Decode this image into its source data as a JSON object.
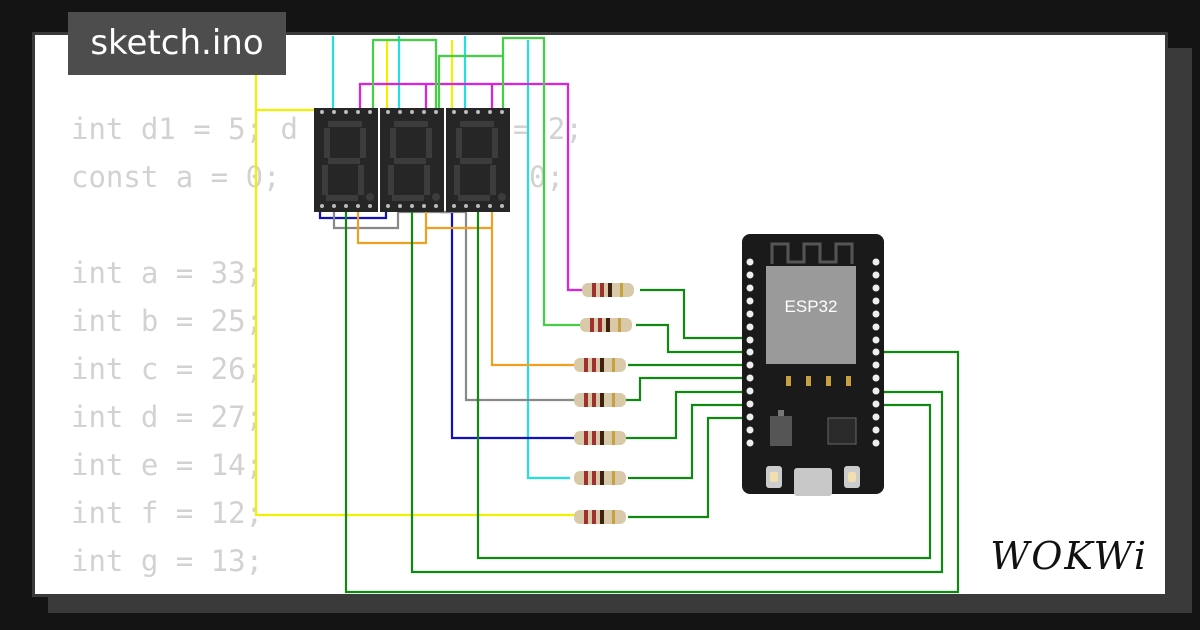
{
  "file_tab": {
    "label": "sketch.ino"
  },
  "code_lines": [
    "int d1 = 5; d",
    "const a = 0;",
    "",
    "int a = 33;",
    "int b = 25;",
    "int c = 26;",
    "int d = 27;",
    "int e = 14;",
    "int f = 12;",
    "int g = 13;"
  ],
  "code_fragments": {
    "line1_tail": "= 2;",
    "line2_tail": "0;"
  },
  "board": {
    "label": "ESP32"
  },
  "brand": {
    "logo_text": "WOKWi"
  },
  "colors": {
    "wire_green": "#118811",
    "wire_yellow": "#f0f000",
    "wire_cyan": "#22e0e0",
    "wire_magenta": "#e020e0",
    "wire_lime": "#44d044",
    "wire_blue": "#1010c0",
    "wire_orange": "#f0a020",
    "wire_gray": "#888888",
    "segment_off": "#333333",
    "board_body": "#1a1a1a"
  },
  "icons": [
    "wifi-antenna-icon",
    "usb-port-icon",
    "resistor-icon",
    "seven-segment-display-icon"
  ]
}
